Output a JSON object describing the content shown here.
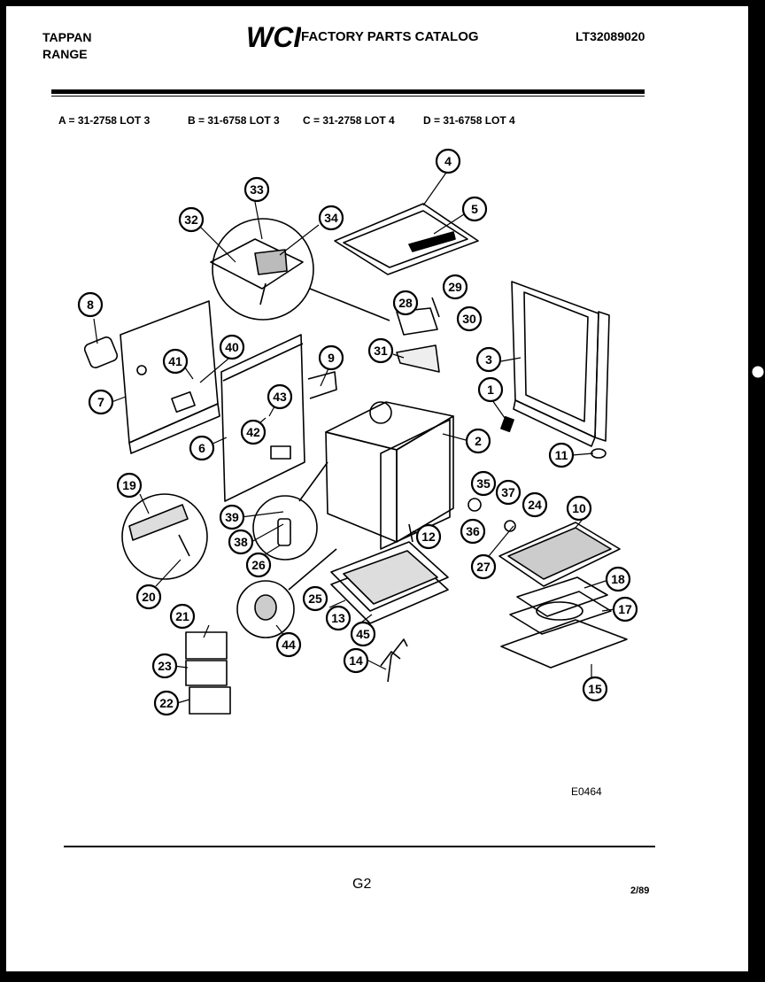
{
  "header": {
    "brand_line1": "TAPPAN",
    "brand_line2": "RANGE",
    "logo_text": "WCI",
    "catalog_title": "FACTORY PARTS CATALOG",
    "model_number": "LT32089020"
  },
  "lot_codes": [
    "A = 31-2758 LOT 3",
    "B = 31-6758 LOT 3",
    "C = 31-2758 LOT 4",
    "D = 31-6758 LOT 4"
  ],
  "callouts": [
    "1",
    "2",
    "3",
    "4",
    "5",
    "6",
    "7",
    "8",
    "9",
    "10",
    "11",
    "12",
    "13",
    "14",
    "15",
    "17",
    "18",
    "19",
    "20",
    "21",
    "22",
    "23",
    "24",
    "25",
    "26",
    "27",
    "28",
    "29",
    "30",
    "31",
    "32",
    "33",
    "34",
    "35",
    "36",
    "37",
    "38",
    "39",
    "40",
    "41",
    "42",
    "43",
    "44",
    "45"
  ],
  "footer": {
    "diagram_code": "E0464",
    "page_id": "G2",
    "date": "2/89"
  },
  "colors": {
    "ink": "#000000",
    "paper": "#ffffff",
    "border": "#000000"
  }
}
